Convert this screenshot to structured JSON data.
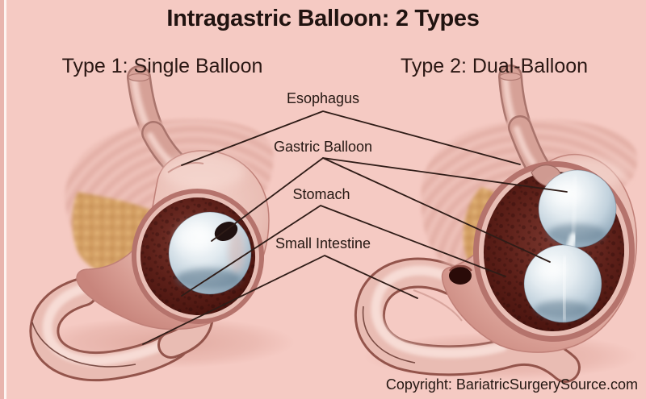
{
  "title": "Intragastric Balloon: 2 Types",
  "diagram": {
    "type1_heading": "Type 1: Single Balloon",
    "type2_heading": "Type 2: Dual-Balloon",
    "labels": {
      "esophagus": "Esophagus",
      "gastric_balloon": "Gastric Balloon",
      "stomach": "Stomach",
      "small_intestine": "Small Intestine"
    }
  },
  "footer": {
    "copyright": "Copyright: BariatricSurgerySource.com"
  },
  "colors": {
    "background": "#f5cac3",
    "text": "#241712",
    "leader_line": "#2f1c17",
    "balloon_light": "#e3ebf0",
    "balloon_dark": "#7f96a8",
    "stomach_pink": "#e9bdb4",
    "stomach_interior": "#5d2019",
    "gold_tissue": "#cf9a57"
  }
}
